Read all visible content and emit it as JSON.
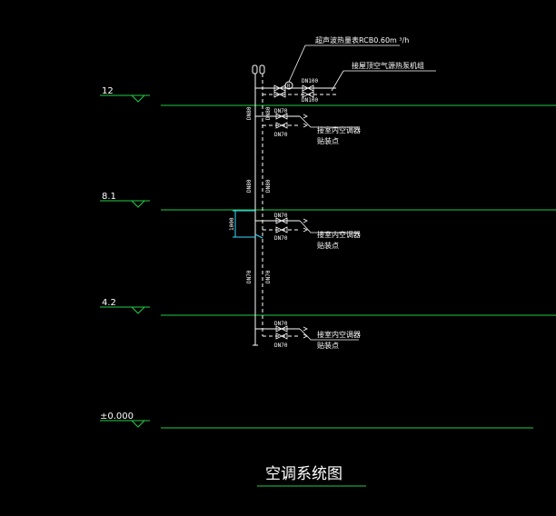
{
  "title": "空调系统图",
  "meter_label": "超声波热量表RCB0.60m  ³/h",
  "connect_top_label": "接屋顶空气源热泵机组",
  "levels": [
    {
      "elevation": "12"
    },
    {
      "elevation": "8.1"
    },
    {
      "elevation": "4.2"
    },
    {
      "elevation": "±0.000"
    }
  ],
  "floor_labels": {
    "line1": "接室内空调器",
    "line2": "贴装点"
  },
  "pipe_labels": {
    "dn100": "DN100",
    "dn80": "DN80",
    "dn70": "DN70",
    "dim_1000": "1000"
  },
  "colors": {
    "background": "#000000",
    "level_line": "#22cc44",
    "pipe": "#ffffff",
    "pipe_cyan": "#33ddff",
    "text": "#ffffff",
    "accent_cyan": "#33ddff"
  }
}
